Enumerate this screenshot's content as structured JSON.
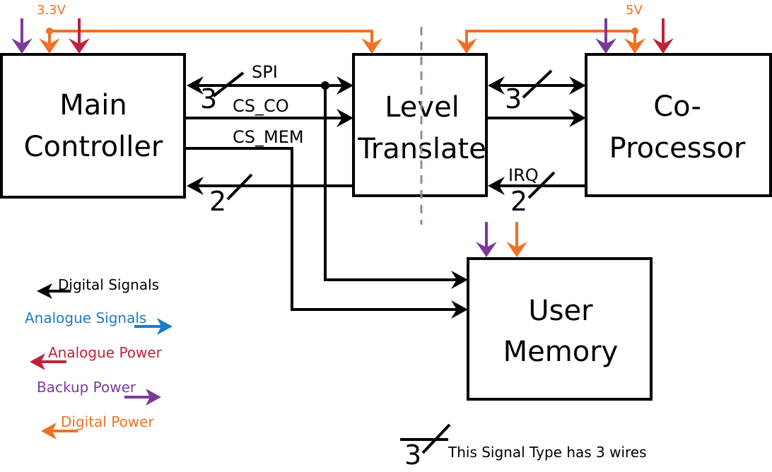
{
  "colors": {
    "digital_signal": "#000000",
    "analogue_signal": "#1f7bc4",
    "analogue_power": "#c0213a",
    "backup_power": "#7a3a9a",
    "digital_power": "#f07025",
    "divider": "#9b8b80"
  },
  "power_rails": {
    "low": "3.3V",
    "high": "5V"
  },
  "blocks": {
    "main_controller": [
      "Main",
      "Controller"
    ],
    "level_translate": [
      "Level",
      "Translate"
    ],
    "co_processor": [
      "Co-",
      "Processor"
    ],
    "user_memory": [
      "User",
      "Memory"
    ]
  },
  "signals": {
    "spi": "SPI",
    "cs_co": "CS_CO",
    "cs_mem": "CS_MEM",
    "irq": "IRQ"
  },
  "wire_counts": {
    "spi_left": "3",
    "spi_right": "3",
    "irq_left": "2",
    "irq_right": "2",
    "note_example": "3"
  },
  "legend": [
    {
      "label": "Digital Signals",
      "color": "#000000",
      "direction": "left"
    },
    {
      "label": "Analogue Signals",
      "color": "#1f7bc4",
      "direction": "right"
    },
    {
      "label": "Analogue Power",
      "color": "#c0213a",
      "direction": "left"
    },
    {
      "label": "Backup Power",
      "color": "#7a3a9a",
      "direction": "right"
    },
    {
      "label": "Digital Power",
      "color": "#f07025",
      "direction": "left"
    }
  ],
  "note": "This Signal Type has 3 wires"
}
